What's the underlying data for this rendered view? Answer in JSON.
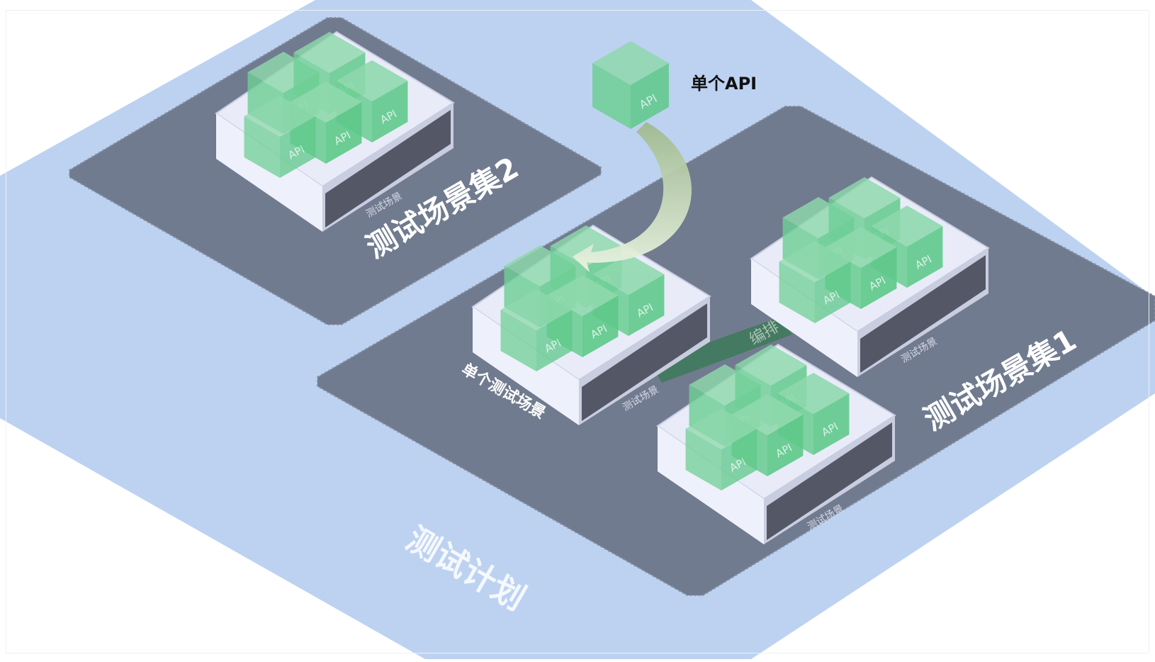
{
  "plan": {
    "label": "测试计划"
  },
  "scenario_sets": [
    {
      "id": "set2",
      "label": "测试场景集2"
    },
    {
      "id": "set1",
      "label": "测试场景集1"
    }
  ],
  "callouts": {
    "single_api": "单个API",
    "single_scenario": "单个测试场景",
    "orchestrate": "编排"
  },
  "scenario_box": {
    "label": "测试场景"
  },
  "api_cube": {
    "label": "API"
  },
  "colors": {
    "plan_fill": "#bdd2f1",
    "set_fill": "#717b8f",
    "box_top": "#e9ecf8",
    "box_side": "#dfe3f5",
    "box_dark": "#545866",
    "cube_green": "#5ec98a",
    "arrow": "#dfeed6",
    "link_green": "#3f7a5c"
  }
}
